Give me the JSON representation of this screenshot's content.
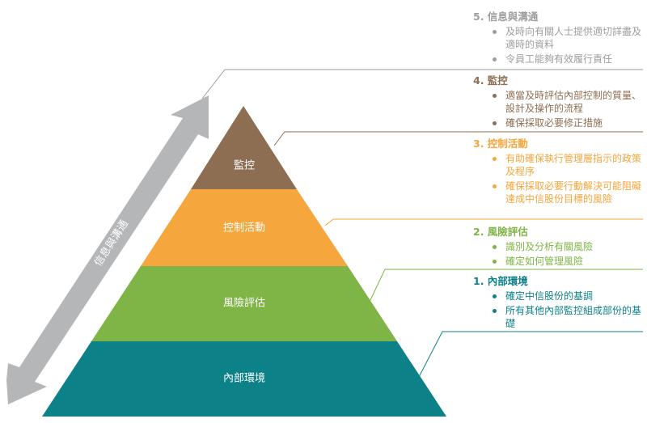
{
  "colors": {
    "monitoring": "#8d6e53",
    "control": "#f5a63c",
    "risk": "#7fb446",
    "environment": "#0c8188",
    "communication": "#9e9e9e",
    "arrow": "#b4b6b8"
  },
  "pyramid": {
    "tiers": [
      {
        "key": "monitoring",
        "label": "監控"
      },
      {
        "key": "control",
        "label": "控制活動"
      },
      {
        "key": "risk",
        "label": "風險評估"
      },
      {
        "key": "environment",
        "label": "內部環境"
      }
    ]
  },
  "arrow": {
    "label": "信息與溝通"
  },
  "components": [
    {
      "key": "communication",
      "title": "5. 信息與溝通",
      "bullets": [
        "及時向有關人士提供適切詳盡及適時的資料",
        "令員工能夠有效履行責任"
      ]
    },
    {
      "key": "monitoring",
      "title": "4. 監控",
      "bullets": [
        "適當及時評估內部控制的質量、設計及操作的流程",
        "確保採取必要修正措施"
      ]
    },
    {
      "key": "control",
      "title": "3. 控制活動",
      "bullets": [
        "有助確保執行管理層指示的政策及程序",
        "確保採取必要行動解決可能阻礙達成中信股份目標的風險"
      ]
    },
    {
      "key": "risk",
      "title": "2. 風險評估",
      "bullets": [
        "識別及分析有關風險",
        "確定如何管理風險"
      ]
    },
    {
      "key": "environment",
      "title": "1. 內部環境",
      "bullets": [
        "確定中信股份的基調",
        "所有其他內部監控組成部份的基礎"
      ]
    }
  ]
}
